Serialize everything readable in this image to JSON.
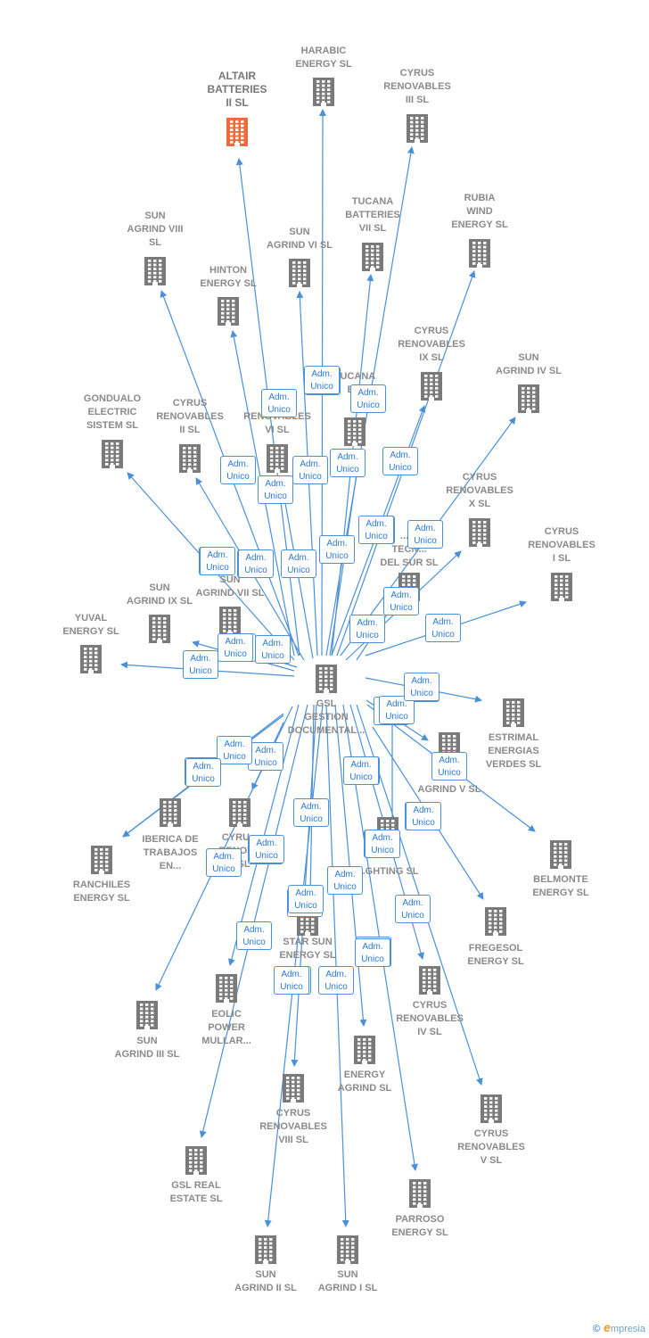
{
  "colors": {
    "edge": "#4a90d9",
    "building": "#7a7a7a",
    "focus": "#f06a3a",
    "label": "#8a8a8a"
  },
  "relation_label": "Adm.\nUnico",
  "center": {
    "id": "gsl",
    "label": "GSL\nGESTION\nDOCUMENTAL..."
  },
  "nodes": [
    {
      "id": "altair",
      "label": "ALTAIR\nBATTERIES\nII  SL",
      "focus": true
    },
    {
      "id": "harabic",
      "label": "HARABIC\nENERGY  SL"
    },
    {
      "id": "cyrus3",
      "label": "CYRUS\nRENOVABLES\nIII  SL"
    },
    {
      "id": "tucana7",
      "label": "TUCANA\nBATTERIES\nVII  SL"
    },
    {
      "id": "rubia",
      "label": "RUBIA\nWIND\nENERGY  SL"
    },
    {
      "id": "sun8",
      "label": "SUN\nAGRIND VIII\nSL"
    },
    {
      "id": "sun6",
      "label": "SUN\nAGRIND VI  SL"
    },
    {
      "id": "hinton",
      "label": "HINTON\nENERGY  SL"
    },
    {
      "id": "cyrus9",
      "label": "CYRUS\nRENOVABLES\nIX  SL"
    },
    {
      "id": "sun4",
      "label": "SUN\nAGRIND IV  SL"
    },
    {
      "id": "gondualo",
      "label": "GONDUALO\nELECTRIC\nSISTEM  SL"
    },
    {
      "id": "cyrus2",
      "label": "CYRUS\nRENOVABLES\nII  SL"
    },
    {
      "id": "cyrus6",
      "label": "C...\nRENOVABLES\nVI  SL"
    },
    {
      "id": "tucana5",
      "label": "TUCANA\nB...\nV"
    },
    {
      "id": "cyrus10",
      "label": "CYRUS\nRENOVABLES\nX  SL"
    },
    {
      "id": "cyrus1",
      "label": "CYRUS\nRENOVABLES\nI  SL"
    },
    {
      "id": "tecnicas",
      "label": "...UI\nTECN...\nDEL SUR SL"
    },
    {
      "id": "sun9",
      "label": "SUN\nAGRIND IX  SL"
    },
    {
      "id": "sun7",
      "label": "SUN\nAGRIND VII  SL"
    },
    {
      "id": "yuval",
      "label": "YUVAL\nENERGY  SL"
    },
    {
      "id": "estrimal",
      "label": "ESTRIMAL\nENERGIAS\nVERDES  SL"
    },
    {
      "id": "sun5",
      "label": "AGRIND V  SL"
    },
    {
      "id": "belmonte",
      "label": "BELMONTE\nENERGY  SL"
    },
    {
      "id": "iberica",
      "label": "IBERICA DE\nTRABAJOS\nEN..."
    },
    {
      "id": "cyrus_r",
      "label": "CYRU...\nRENOV...\n...SL"
    },
    {
      "id": "ranchiles",
      "label": "RANCHILES\nENERGY  SL"
    },
    {
      "id": "lighting",
      "label": "...GHTING SL"
    },
    {
      "id": "fregesol",
      "label": "FREGESOL\nENERGY  SL"
    },
    {
      "id": "star",
      "label": "STAR SUN\nENERGY  SL"
    },
    {
      "id": "cyrus4",
      "label": "CYRUS\nRENOVABLES\nIV  SL"
    },
    {
      "id": "eolic",
      "label": "EOLIC\nPOWER\nMULLAR..."
    },
    {
      "id": "sun3",
      "label": "SUN\nAGRIND III  SL"
    },
    {
      "id": "energy_agrind",
      "label": "ENERGY\nAGRIND  SL"
    },
    {
      "id": "cyrus8",
      "label": "CYRUS\nRENOVABLES\nVIII  SL"
    },
    {
      "id": "cyrus5",
      "label": "CYRUS\nRENOVABLES\nV  SL"
    },
    {
      "id": "gslreal",
      "label": "GSL REAL\nESTATE  SL"
    },
    {
      "id": "parroso",
      "label": "PARROSO\nENERGY  SL"
    },
    {
      "id": "sun2",
      "label": "SUN\nAGRIND II  SL"
    },
    {
      "id": "sun1",
      "label": "SUN\nAGRIND I  SL"
    }
  ],
  "footer": {
    "copyright": "©",
    "brand_initial": "e",
    "brand_rest": "mpresia"
  }
}
